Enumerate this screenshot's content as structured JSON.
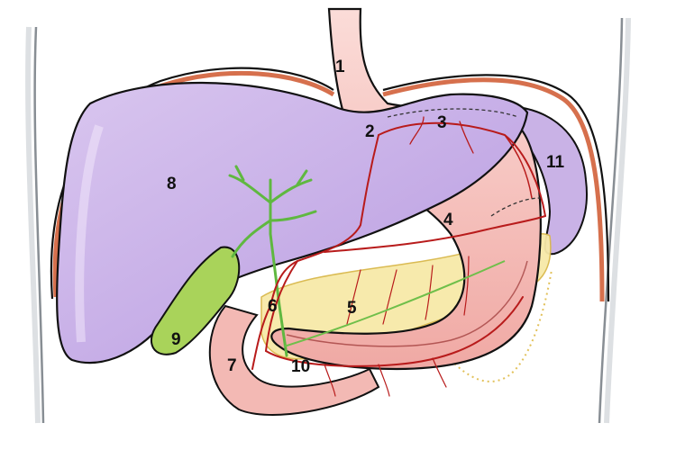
{
  "labels": {
    "l1": "1",
    "l2": "2",
    "l3": "3",
    "l4": "4",
    "l5": "5",
    "l6": "6",
    "l7": "7",
    "l8": "8",
    "l9": "9",
    "l10": "10",
    "l11": "11"
  },
  "colors": {
    "liver": "#cdb6e6",
    "liver_edge": "#8e6fbf",
    "stomach": "#f6c9c6",
    "artery": "#b81b1b",
    "bile": "#6fbf4a",
    "gallbladder": "#a8d45a",
    "pancreas": "#f6e6a0",
    "spleen": "#c9b2e6",
    "outline": "#1a1a1a",
    "body_wall": "#9aa0a6"
  }
}
